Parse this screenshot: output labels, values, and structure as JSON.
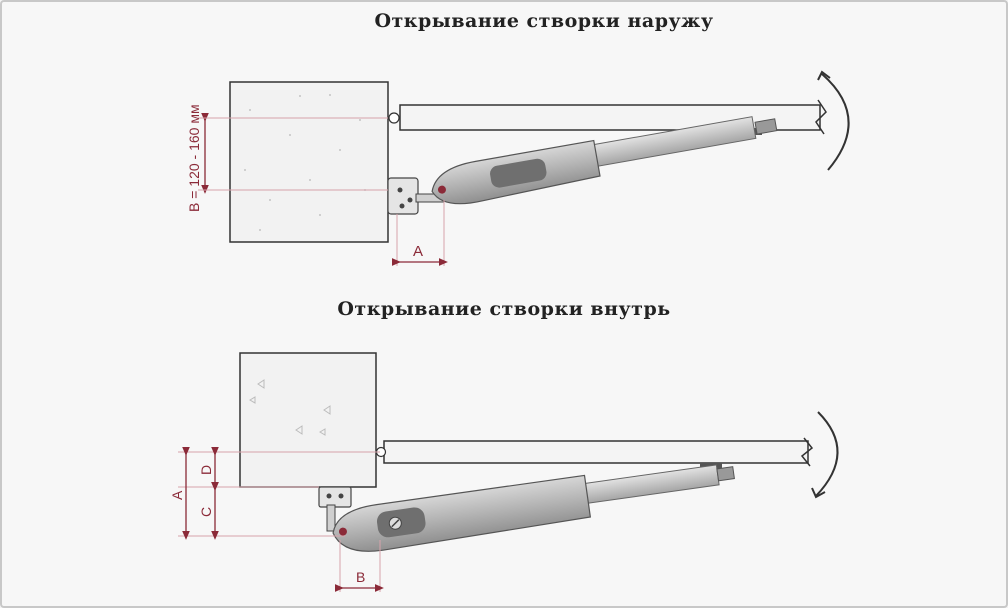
{
  "panels": {
    "outward": {
      "title": "Открывание створки наружу",
      "dim_b_label": "B = 120 - 160 мм",
      "dim_a_label": "A"
    },
    "inward": {
      "title": "Открывание створки внутрь",
      "dim_a_label": "A",
      "dim_c_label": "C",
      "dim_d_label": "D",
      "dim_b_label": "B"
    }
  },
  "colors": {
    "dimension": "#8b2a38",
    "outline": "#333333",
    "pillar": "#f1f1f1",
    "actuator_body": "#b9b9b9",
    "actuator_dark": "#6e6e6e"
  }
}
